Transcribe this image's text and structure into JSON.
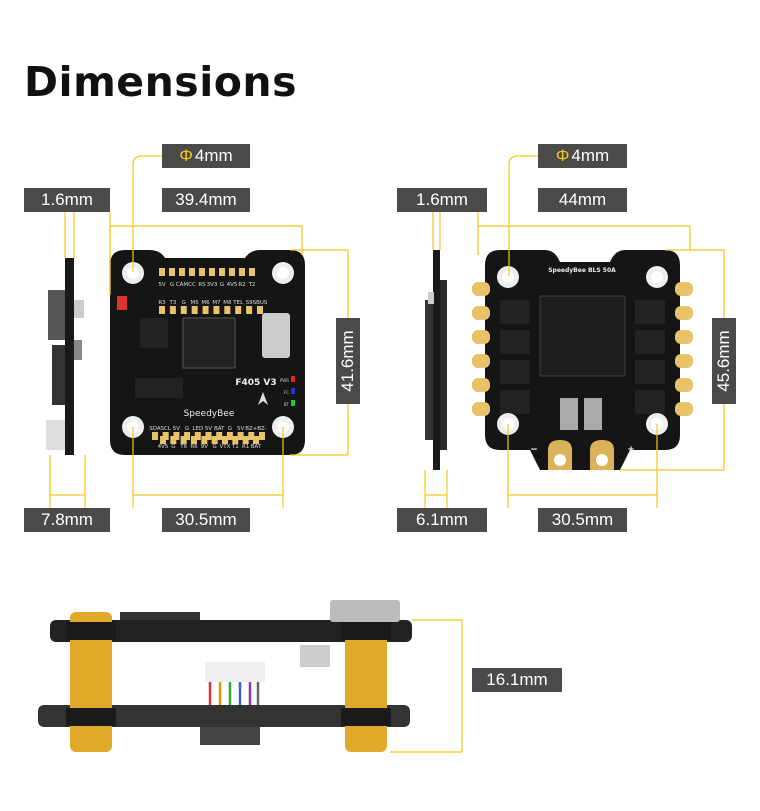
{
  "title": "Dimensions",
  "colors": {
    "label_bg": "#4a4a4a",
    "dim_line": "#f5c518",
    "pcb": "#151515",
    "pad": "#e8c36a",
    "standoff": "#e0a92a"
  },
  "flight_controller": {
    "hole_label": "4mm",
    "hole_symbol": "Φ",
    "thickness": "1.6mm",
    "width": "39.4mm",
    "height": "41.6mm",
    "side_height": "7.8mm",
    "mount_spacing": "30.5mm",
    "board_name": "F405 V3",
    "brand": "SpeedyBee",
    "top_pins_row1": [
      "5V",
      "G",
      "CAM",
      "CC",
      "RS",
      "3V3",
      "G",
      "4V5",
      "R2",
      "T2"
    ],
    "top_pins_row2": [
      "R3",
      "T3",
      "G",
      "M5",
      "M6",
      "M7",
      "M8",
      "TEL",
      "S9",
      "SBUS"
    ],
    "bottom_pins_row1": [
      "SDA",
      "SCL",
      "5V",
      "G",
      "LED",
      "5V",
      "BAT",
      "G",
      "5V",
      "BZ+",
      "BZ-"
    ],
    "bottom_pins_row2": [
      "4V5",
      "G",
      "T6",
      "R6",
      "9V",
      "G",
      "VTX",
      "T1",
      "R1",
      "BAT"
    ],
    "leds": [
      "PWR",
      "FC",
      "BT"
    ]
  },
  "esc": {
    "hole_label": "4mm",
    "hole_symbol": "Φ",
    "thickness": "1.6mm",
    "width": "44mm",
    "height": "45.6mm",
    "side_height": "6.1mm",
    "mount_spacing": "30.5mm",
    "board_name": "SpeedyBee BLS 50A",
    "minus": "−",
    "plus": "+"
  },
  "stack": {
    "height": "16.1mm"
  }
}
